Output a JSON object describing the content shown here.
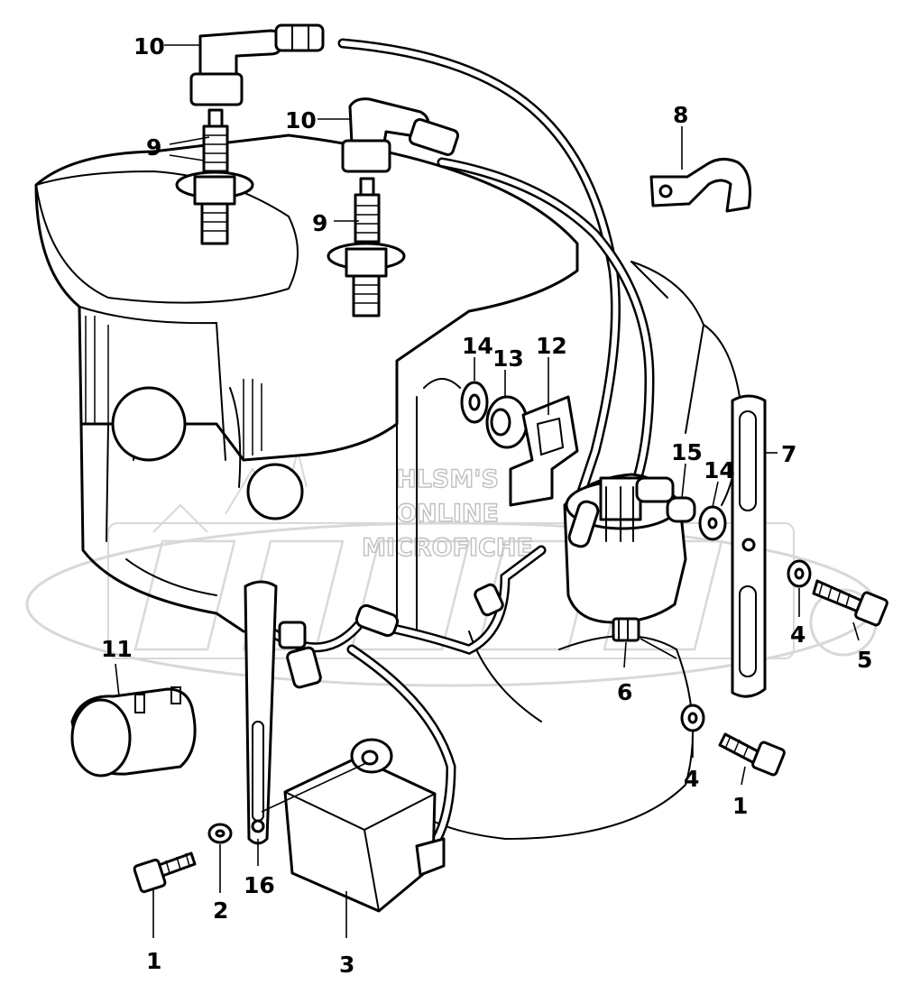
{
  "watermark": {
    "lines": [
      "HLSM'S",
      "ONLINE",
      "MICROFICHE"
    ],
    "logo_color": "#d0d0d0",
    "text_color": "#bfbfbf"
  },
  "callouts": {
    "c1a": "1",
    "c1b": "1",
    "c2": "2",
    "c3": "3",
    "c4a": "4",
    "c4b": "4",
    "c5": "5",
    "c6": "6",
    "c7": "7",
    "c8": "8",
    "c9a": "9",
    "c9b": "9",
    "c10a": "10",
    "c10b": "10",
    "c11": "11",
    "c12": "12",
    "c13": "13",
    "c14a": "14",
    "c14b": "14",
    "c15": "15",
    "c16": "16"
  }
}
